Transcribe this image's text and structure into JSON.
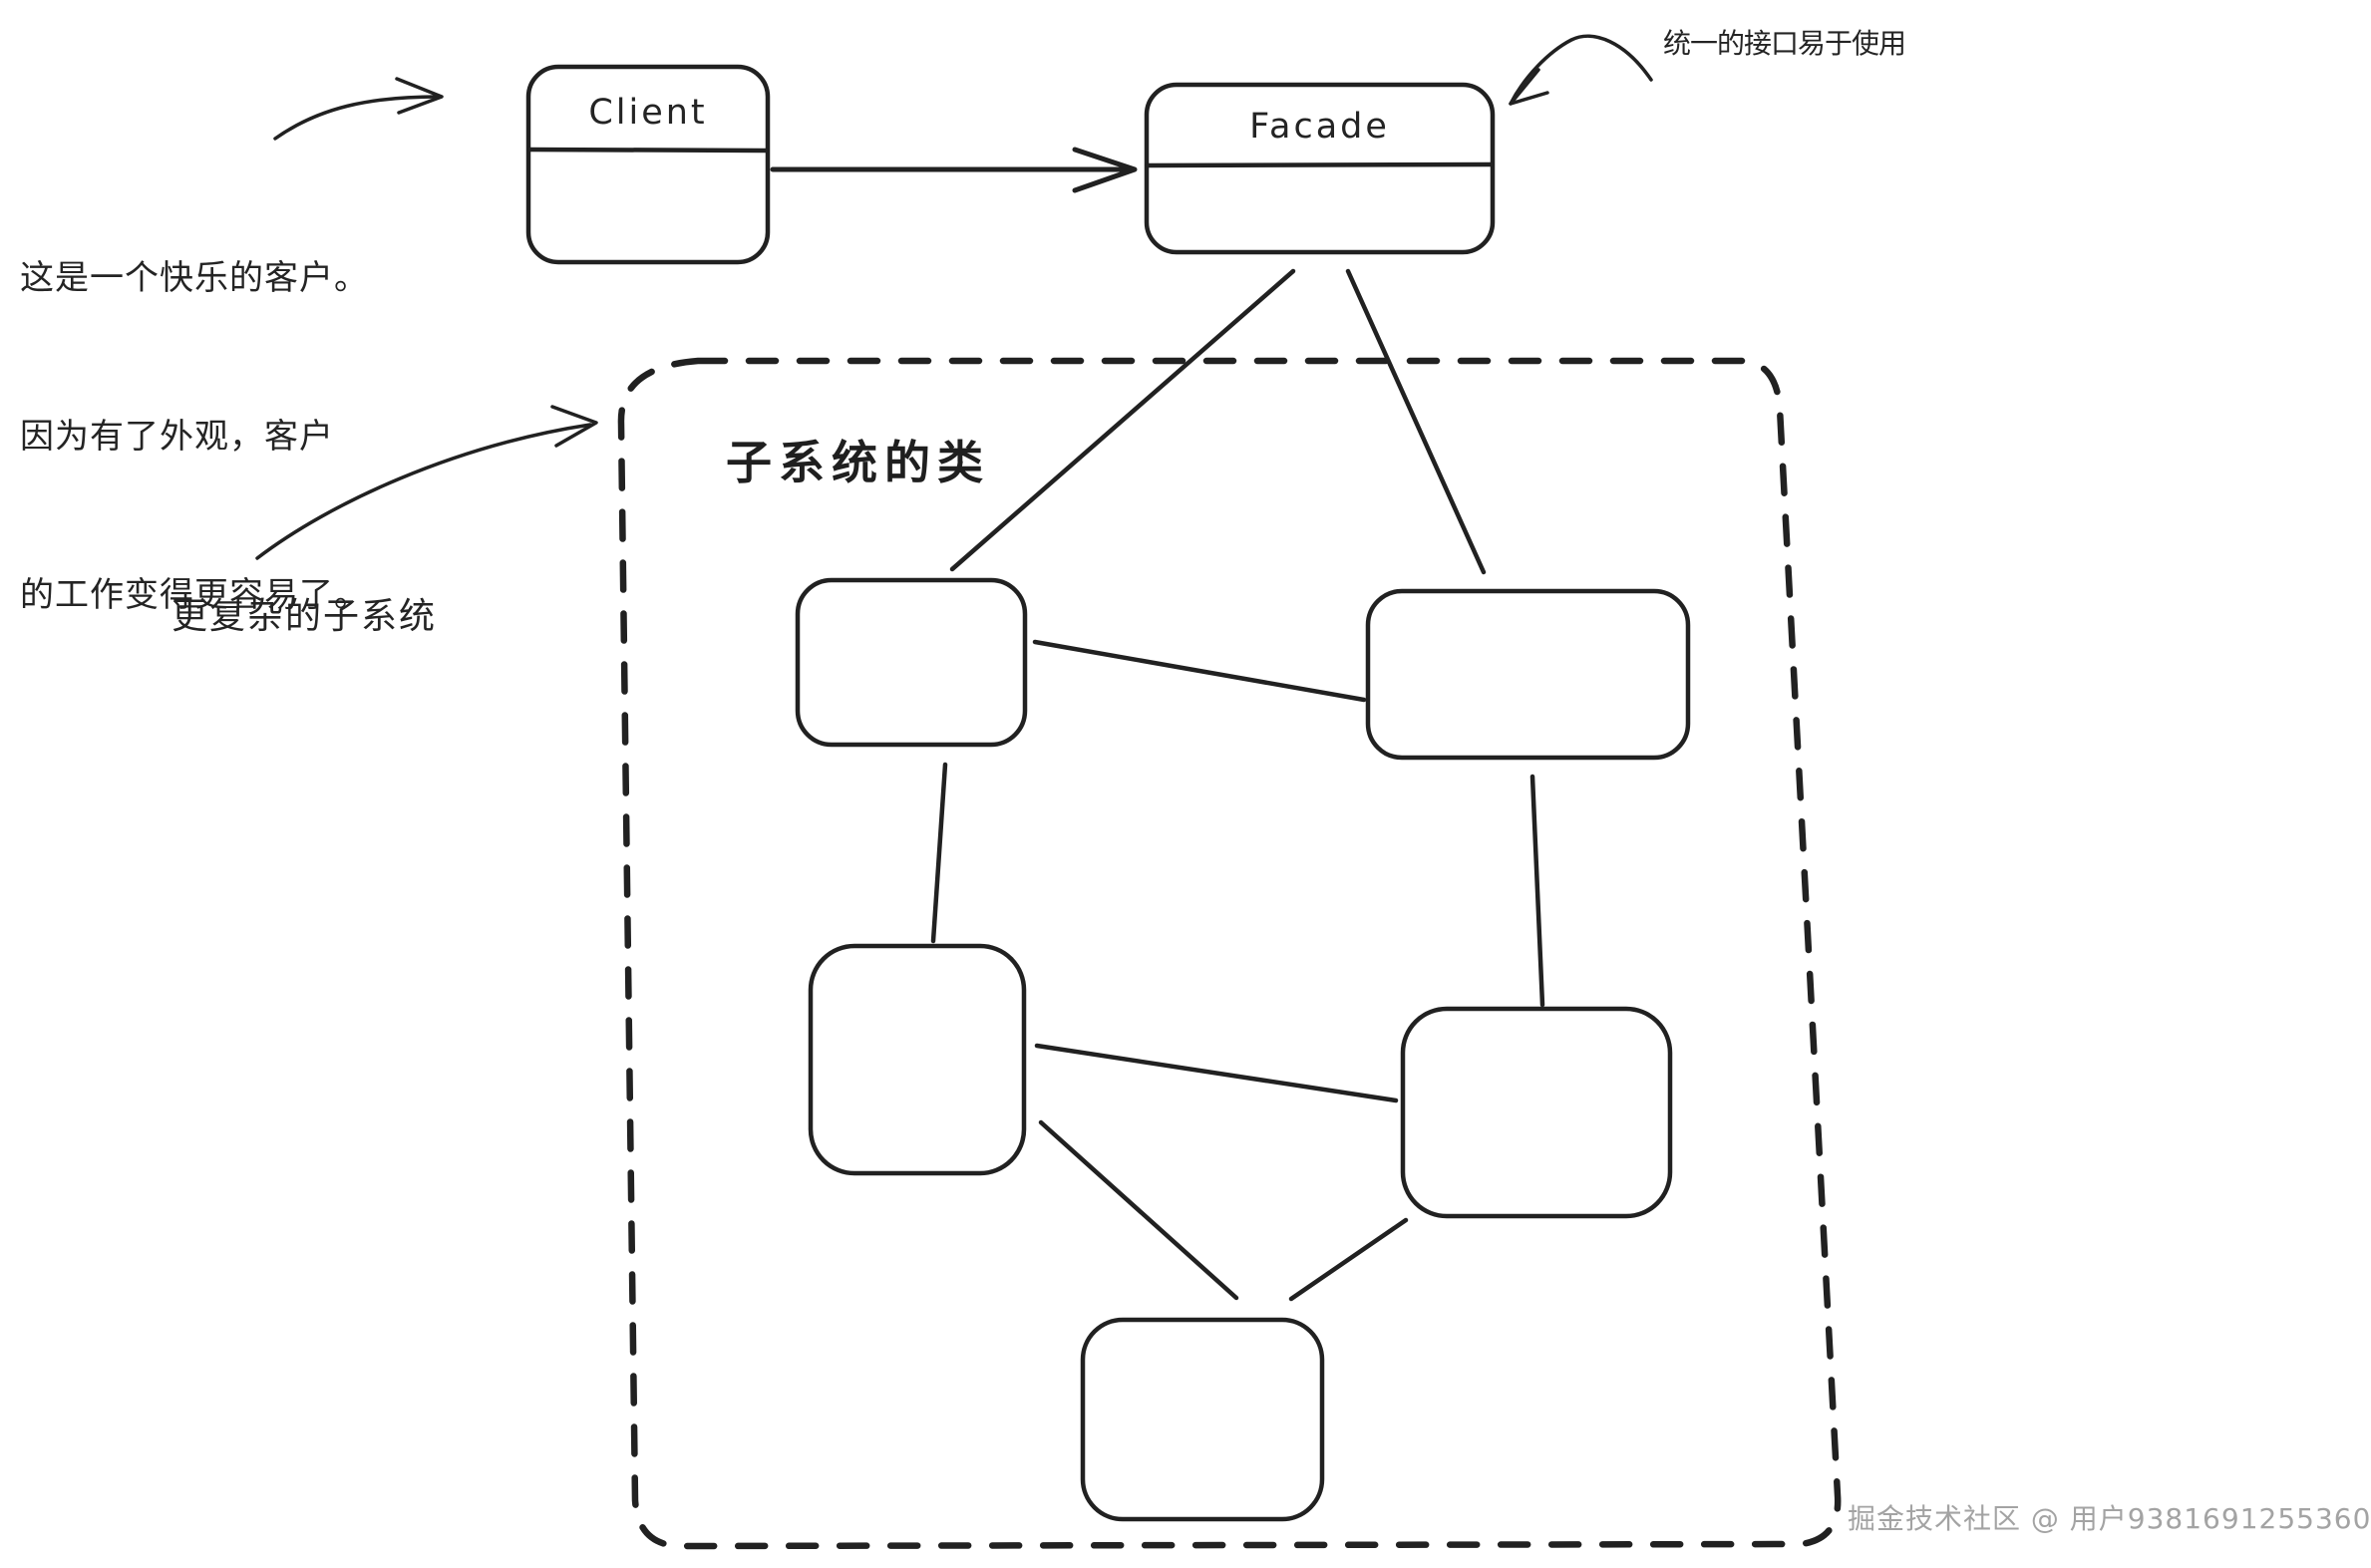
{
  "page": {
    "background": "#ffffff",
    "ink": "#212121",
    "watermark_color": "#a3a3a3"
  },
  "nodes": {
    "client": {
      "label": "Client"
    },
    "facade": {
      "label": "Facade"
    },
    "subsystem": {
      "title": "子系统的类",
      "empty_box_count": 5
    }
  },
  "annotations": {
    "client_note_lines": [
      "这是一个快乐的客户。",
      "因为有了外观，客户",
      "的工作变得更容易了。"
    ],
    "facade_note": "统一的接口易于使用",
    "subsystem_note": "更复杂的子系统"
  },
  "watermark": "掘金技术社区 @ 用户9381691255360"
}
